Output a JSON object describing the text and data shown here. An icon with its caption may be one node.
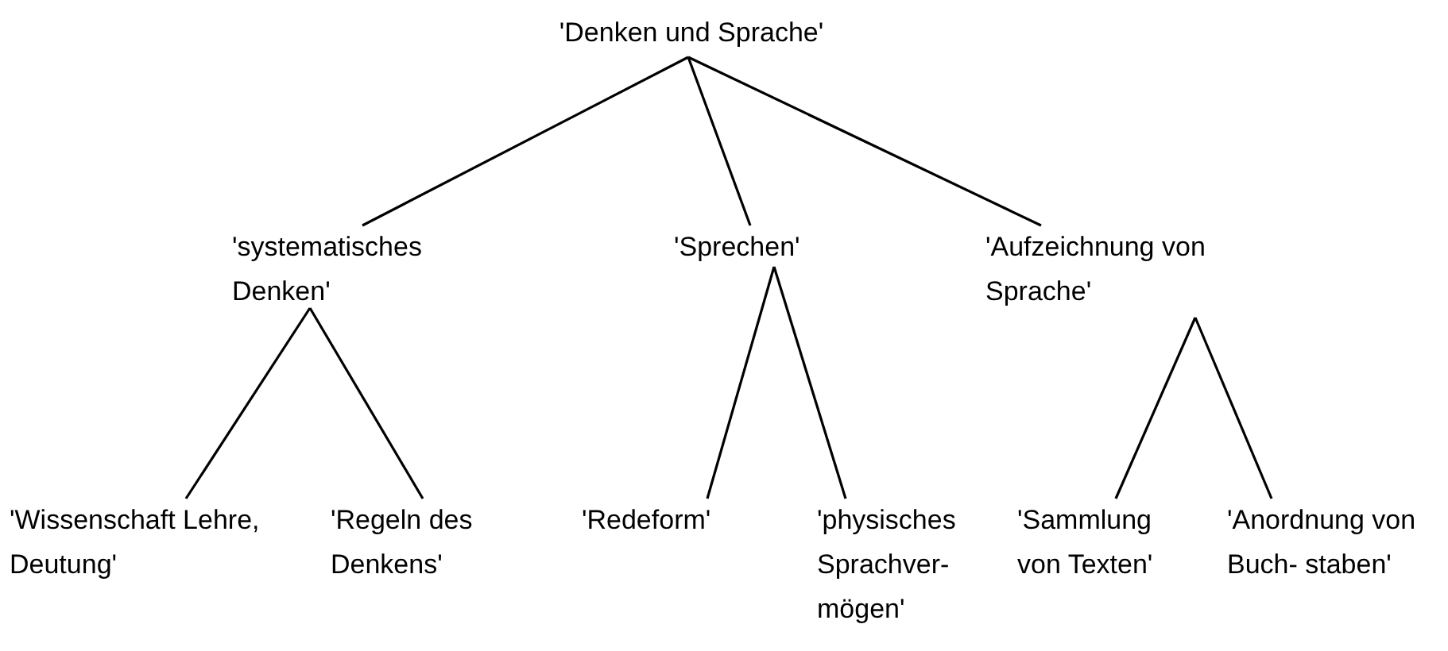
{
  "diagram": {
    "nodes": [
      {
        "text": [
          "'Denken und Sprache'"
        ]
      },
      {
        "text": [
          "'systematisches Denken'"
        ]
      },
      {
        "text": [
          "'Sprechen'"
        ]
      },
      {
        "text": [
          "'Aufzeichnung von Sprache'"
        ]
      },
      {
        "text": [
          "'Wissenschaft Lehre, Deutung'"
        ]
      },
      {
        "text": [
          "'Regeln des Denkens'"
        ]
      },
      {
        "text": [
          "'Redeform'"
        ]
      },
      {
        "text": [
          "'physisches Sprachver- mögen'"
        ]
      },
      {
        "text": [
          "'Sammlung von Texten'"
        ]
      },
      {
        "text": [
          "'Anordnung von Buch- staben'"
        ]
      }
    ],
    "edges": [
      {
        "from": 0,
        "to": 1,
        "arrow": "none"
      },
      {
        "from": 0,
        "to": 2,
        "arrow": "none"
      },
      {
        "from": 0,
        "to": 3,
        "arrow": "none"
      },
      {
        "from": 1,
        "to": 4,
        "arrow": "none"
      },
      {
        "from": 1,
        "to": 5,
        "arrow": "none"
      },
      {
        "from": 2,
        "to": 6,
        "arrow": "none"
      },
      {
        "from": 2,
        "to": 7,
        "arrow": "none"
      },
      {
        "from": 3,
        "to": 8,
        "arrow": "none"
      },
      {
        "from": 3,
        "to": 9,
        "arrow": "none"
      }
    ]
  }
}
